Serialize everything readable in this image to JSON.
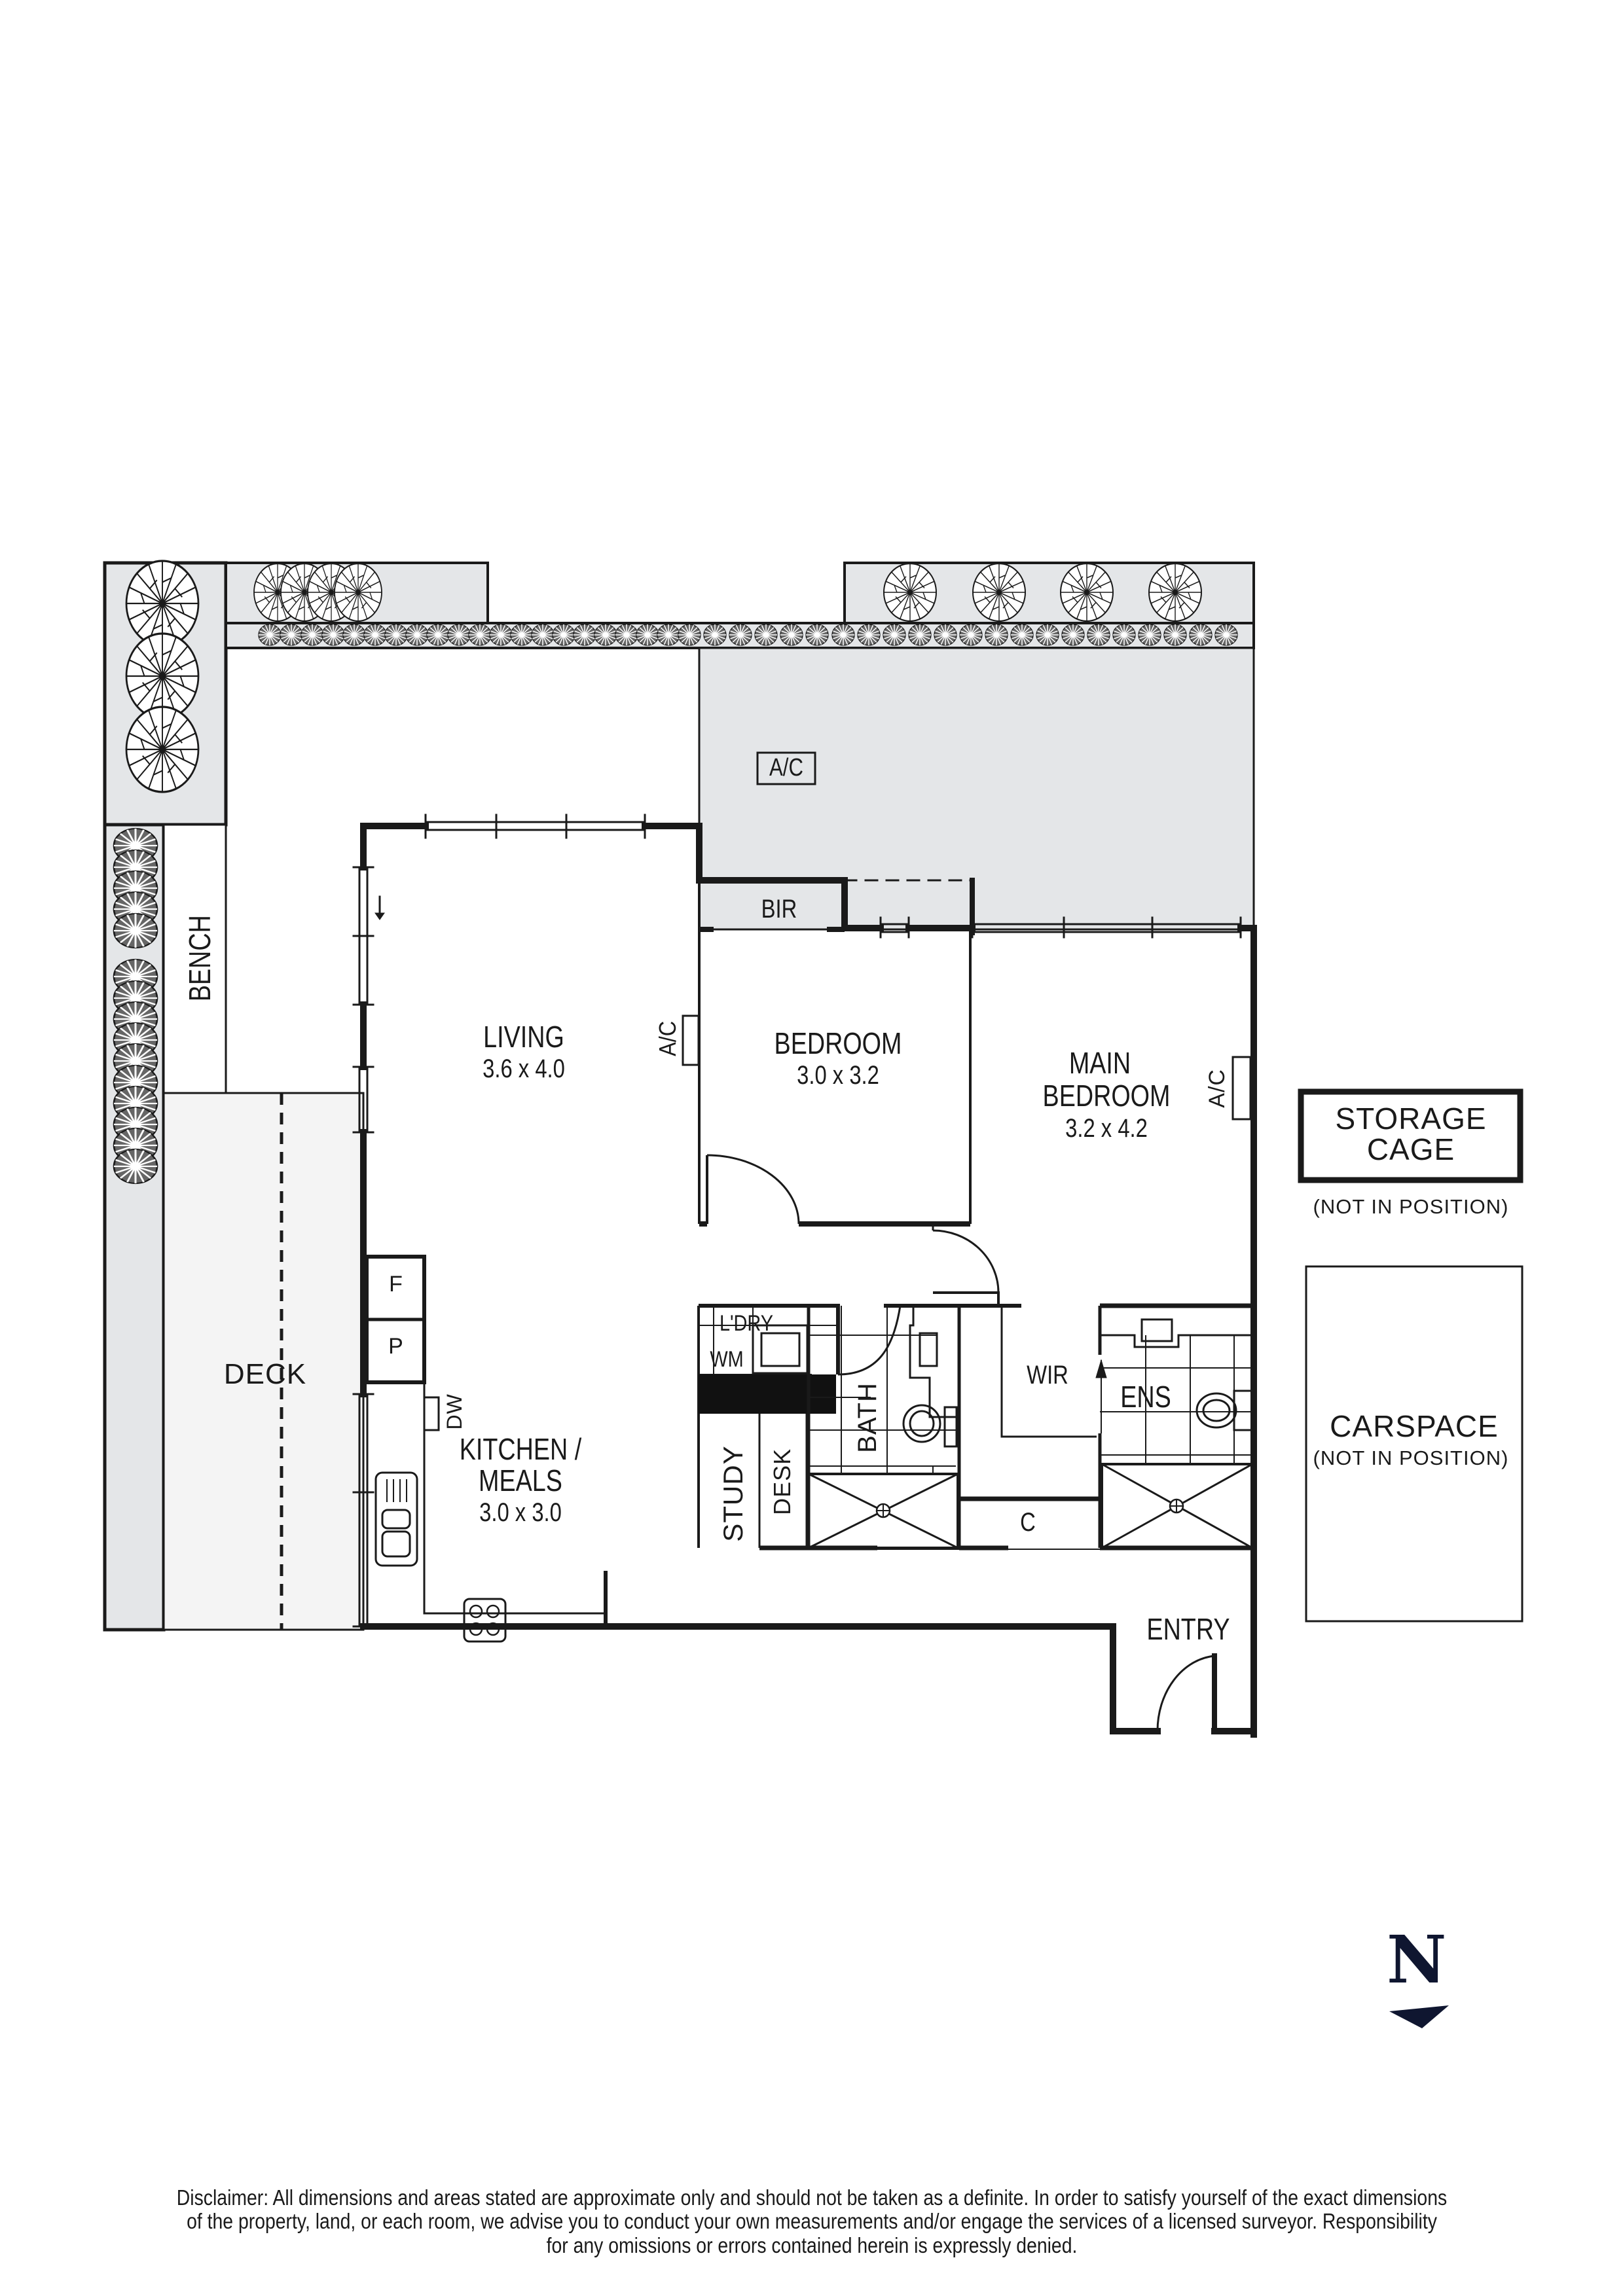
{
  "floorplan": {
    "rooms": {
      "living": {
        "name": "LIVING",
        "dims": "3.6 x 4.0"
      },
      "bedroom": {
        "name": "BEDROOM",
        "dims": "3.0 x 3.2"
      },
      "main_bedroom": {
        "name_line1": "MAIN",
        "name_line2": "BEDROOM",
        "dims": "3.2 x 4.2"
      },
      "kitchen": {
        "name_line1": "KITCHEN /",
        "name_line2": "MEALS",
        "dims": "3.0 x 3.0"
      },
      "deck": {
        "name": "DECK"
      },
      "bench": {
        "name": "BENCH"
      },
      "bir": {
        "name": "BIR"
      },
      "laundry": {
        "name": "L'DRY"
      },
      "wm": {
        "name": "WM"
      },
      "study": {
        "name": "STUDY"
      },
      "desk": {
        "name": "DESK"
      },
      "bath": {
        "name": "BATH"
      },
      "wir": {
        "name": "WIR"
      },
      "ens": {
        "name": "ENS"
      },
      "cupboard": {
        "name": "C"
      },
      "entry": {
        "name": "ENTRY"
      },
      "fridge": {
        "name": "F"
      },
      "pantry": {
        "name": "P"
      },
      "dishwasher": {
        "name": "DW"
      }
    },
    "ac_units": {
      "terrace": "A/C",
      "living": "A/C",
      "main_bedroom": "A/C"
    },
    "storage_cage": {
      "line1": "STORAGE",
      "line2": "CAGE",
      "note": "(NOT IN POSITION)"
    },
    "carspace": {
      "name": "CARSPACE",
      "note": "(NOT IN POSITION)"
    },
    "north_arrow": {
      "label": "N",
      "color": "#0f1630"
    },
    "colors": {
      "wall": "#1a1a1a",
      "terrace_fill": "#e4e6e8",
      "deck_fill": "#f4f4f4",
      "background": "#ffffff"
    }
  },
  "disclaimer": {
    "line1": "Disclaimer: All dimensions and areas stated are approximate only and should not be taken as a definite. In order to satisfy yourself of the exact dimensions",
    "line2": "of the property, land, or each room, we advise you to conduct your own measurements and/or engage the services of a licensed surveyor. Responsibility",
    "line3": "for any omissions or errors contained herein is expressly denied."
  }
}
